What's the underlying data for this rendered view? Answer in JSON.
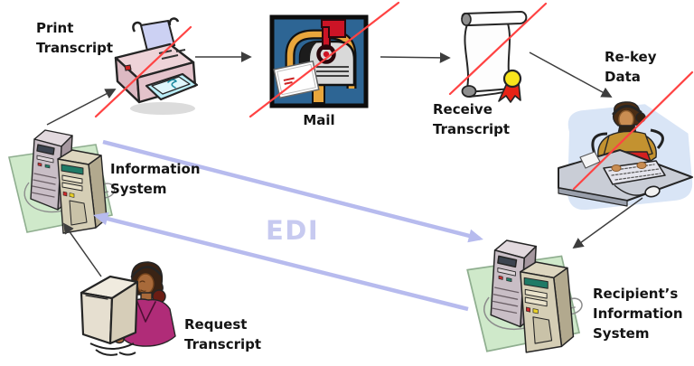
{
  "diagram": {
    "title": "EDI vs paper transcript exchange diagram",
    "labels": {
      "print_transcript": "Print\nTranscript",
      "mail": "Mail",
      "receive_transcript": "Receive\nTranscript",
      "rekey_data": "Re-key\nData",
      "information_system": "Information\nSystem",
      "edi": "EDI",
      "recipients_information_system": "Recipient’s\nInformation\nSystem",
      "request_transcript": "Request\nTranscript"
    },
    "colors": {
      "background": "#ffffff",
      "label_text": "#141414",
      "edi_text": "#c7caf0",
      "edi_arrow": "#b7bbee",
      "flow_arrow": "#3d3d3d",
      "strike_line": "#ff4343",
      "mailbox_panel": "#2d6594",
      "mailbox_accent": "#e8a63c",
      "flag_red": "#cc1426",
      "mat_green": "#cfe9ca",
      "printer_pink": "#eed3d8",
      "tray_cyan": "#baeef8",
      "paper_periwinkle": "#ccd1f3",
      "jacket_gold": "#c39230",
      "skirt_red": "#d42020",
      "blazer_magenta": "#b02c78",
      "seal_yellow": "#f8e51c",
      "ribbon_red": "#e82315"
    },
    "icons": {
      "printer": "printer-icon",
      "mailbox": "mailbox-icon",
      "scroll": "transcript-scroll-icon",
      "rekey_operator": "data-entry-operator-icon",
      "information_system": "server-towers-icon",
      "recipients_information_system": "server-towers-icon",
      "requester": "person-at-computer-icon",
      "strike": "red-strike-line",
      "flow_arrow": "black-flow-arrow",
      "edi_arrow": "lavender-edi-arrow"
    }
  }
}
